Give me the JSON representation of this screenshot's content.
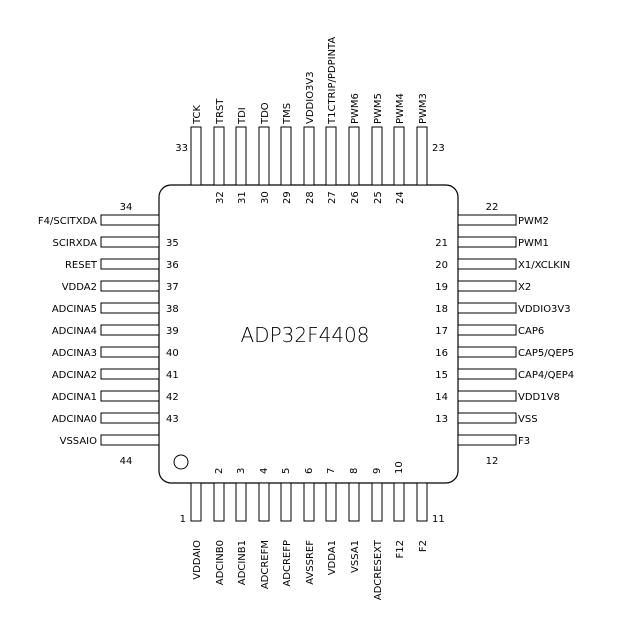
{
  "chip": {
    "name": "ADP32F4408"
  },
  "pins": {
    "bottom": [
      {
        "num": "1",
        "name": "VDDAIO"
      },
      {
        "num": "2",
        "name": "ADCINB0"
      },
      {
        "num": "3",
        "name": "ADCINB1"
      },
      {
        "num": "4",
        "name": "ADCREFM"
      },
      {
        "num": "5",
        "name": "ADCREFP"
      },
      {
        "num": "6",
        "name": "AVSSREF"
      },
      {
        "num": "7",
        "name": "VDDA1"
      },
      {
        "num": "8",
        "name": "VSSA1"
      },
      {
        "num": "9",
        "name": "ADCRESEXT"
      },
      {
        "num": "10",
        "name": "F12"
      },
      {
        "num": "11",
        "name": "F2"
      }
    ],
    "right": [
      {
        "num": "12",
        "name": "F3"
      },
      {
        "num": "13",
        "name": "VSS"
      },
      {
        "num": "14",
        "name": "VDD1V8"
      },
      {
        "num": "15",
        "name": "CAP4/QEP4"
      },
      {
        "num": "16",
        "name": "CAP5/QEP5"
      },
      {
        "num": "17",
        "name": "CAP6"
      },
      {
        "num": "18",
        "name": "VDDIO3V3"
      },
      {
        "num": "19",
        "name": "X2"
      },
      {
        "num": "20",
        "name": "X1/XCLKIN"
      },
      {
        "num": "21",
        "name": "PWM1"
      },
      {
        "num": "22",
        "name": "PWM2"
      }
    ],
    "top": [
      {
        "num": "23",
        "name": "PWM3"
      },
      {
        "num": "24",
        "name": "PWM4"
      },
      {
        "num": "25",
        "name": "PWM5"
      },
      {
        "num": "26",
        "name": "PWM6"
      },
      {
        "num": "27",
        "name": "T1CTRIP/PDPINTA"
      },
      {
        "num": "28",
        "name": "VDDIO3V3"
      },
      {
        "num": "29",
        "name": "TMS"
      },
      {
        "num": "30",
        "name": "TDO"
      },
      {
        "num": "31",
        "name": "TDI"
      },
      {
        "num": "32",
        "name": "TRST"
      },
      {
        "num": "33",
        "name": "TCK"
      }
    ],
    "left": [
      {
        "num": "34",
        "name": "F4/SCITXDA"
      },
      {
        "num": "35",
        "name": "SCIRXDA"
      },
      {
        "num": "36",
        "name": "RESET"
      },
      {
        "num": "37",
        "name": "VDDA2"
      },
      {
        "num": "38",
        "name": "ADCINA5"
      },
      {
        "num": "39",
        "name": "ADCINA4"
      },
      {
        "num": "40",
        "name": "ADCINA3"
      },
      {
        "num": "41",
        "name": "ADCINA2"
      },
      {
        "num": "42",
        "name": "ADCINA1"
      },
      {
        "num": "43",
        "name": "ADCINA0"
      },
      {
        "num": "44",
        "name": "VSSAIO"
      }
    ]
  }
}
